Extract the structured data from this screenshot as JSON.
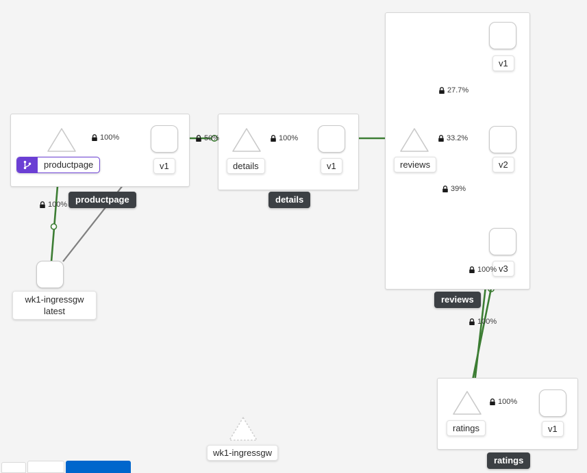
{
  "canvas": {
    "background": "#f4f4f4",
    "edge_ok_color": "#3c7d33",
    "edge_idle_color": "#808080",
    "tooltip_bg": "#3c4044",
    "badge_color": "#6b3fd4",
    "node_border": "#c9c9c9"
  },
  "groups": [
    {
      "id": "productpage",
      "tooltip": "productpage"
    },
    {
      "id": "details",
      "tooltip": "details"
    },
    {
      "id": "reviews",
      "tooltip": "reviews"
    },
    {
      "id": "ratings",
      "tooltip": "ratings"
    }
  ],
  "nodes": [
    {
      "id": "productpage-app",
      "kind": "app",
      "label": "productpage",
      "badge_icon": "code-branch-icon",
      "has_badge": true
    },
    {
      "id": "productpage-v1",
      "kind": "workload",
      "label": "v1"
    },
    {
      "id": "details-app",
      "kind": "app",
      "label": "details"
    },
    {
      "id": "details-v1",
      "kind": "workload",
      "label": "v1"
    },
    {
      "id": "reviews-app",
      "kind": "app",
      "label": "reviews"
    },
    {
      "id": "reviews-v1",
      "kind": "workload",
      "label": "v1"
    },
    {
      "id": "reviews-v2",
      "kind": "workload",
      "label": "v2"
    },
    {
      "id": "reviews-v3",
      "kind": "workload",
      "label": "v3"
    },
    {
      "id": "ratings-app",
      "kind": "app",
      "label": "ratings"
    },
    {
      "id": "ratings-v1",
      "kind": "workload",
      "label": "v1"
    },
    {
      "id": "ingressgw",
      "kind": "workload",
      "label": "wk1-ingressgw\nlatest",
      "label_line1": "wk1-ingressgw",
      "label_line2": "latest"
    },
    {
      "id": "ingressgw-app",
      "kind": "app",
      "label": "wk1-ingressgw",
      "dashed": true
    }
  ],
  "edges": [
    {
      "id": "e-ingress-productpage",
      "source": "ingressgw",
      "target": "productpage-app",
      "rate": "100%",
      "secure": true,
      "status": "ok"
    },
    {
      "id": "e-ingress-ppv1",
      "source": "ingressgw",
      "target": "productpage-v1",
      "rate": "",
      "secure": false,
      "status": "idle"
    },
    {
      "id": "e-pp-ppv1",
      "source": "productpage-app",
      "target": "productpage-v1",
      "rate": "100%",
      "secure": true,
      "status": "ok"
    },
    {
      "id": "e-ppv1-details",
      "source": "productpage-v1",
      "target": "details-app",
      "rate": "50%",
      "secure": true,
      "status": "ok"
    },
    {
      "id": "e-details-dv1",
      "source": "details-app",
      "target": "details-v1",
      "rate": "100%",
      "secure": true,
      "status": "ok"
    },
    {
      "id": "e-dv1-reviews",
      "source": "details-v1",
      "target": "reviews-app",
      "rate": "",
      "secure": false,
      "status": "ok"
    },
    {
      "id": "e-reviews-v1",
      "source": "reviews-app",
      "target": "reviews-v1",
      "rate": "27.7%",
      "secure": true,
      "status": "ok"
    },
    {
      "id": "e-reviews-v2",
      "source": "reviews-app",
      "target": "reviews-v2",
      "rate": "33.2%",
      "secure": true,
      "status": "ok"
    },
    {
      "id": "e-reviews-v3",
      "source": "reviews-app",
      "target": "reviews-v3",
      "rate": "39%",
      "secure": true,
      "status": "ok"
    },
    {
      "id": "e-rv3-ratings",
      "source": "reviews-v3",
      "target": "ratings-app",
      "rate": "100%",
      "secure": true,
      "status": "ok"
    },
    {
      "id": "e-rv2-ratings",
      "source": "reviews-v2",
      "target": "ratings-app",
      "rate": "100%",
      "secure": true,
      "status": "ok"
    },
    {
      "id": "e-ratings-rv1",
      "source": "ratings-app",
      "target": "ratings-v1",
      "rate": "100%",
      "secure": true,
      "status": "ok"
    }
  ],
  "labels": {
    "productpage": "productpage",
    "details": "details",
    "reviews": "reviews",
    "ratings": "ratings",
    "v1": "v1",
    "v2": "v2",
    "v3": "v3",
    "ingress_l1": "wk1-ingressgw",
    "ingress_l2": "latest",
    "ingress_app": "wk1-ingressgw"
  },
  "rates": {
    "ingress_to_pp": "100%",
    "pp_to_v1": "100%",
    "ppv1_to_details": "50%",
    "details_to_v1": "100%",
    "reviews_to_v1": "27.7%",
    "reviews_to_v2": "33.2%",
    "reviews_to_v3": "39%",
    "v3_to_ratings": "100%",
    "ratings_to_v1": "100%"
  },
  "tooltips": {
    "productpage": "productpage",
    "details": "details",
    "reviews": "reviews",
    "ratings": "ratings"
  }
}
